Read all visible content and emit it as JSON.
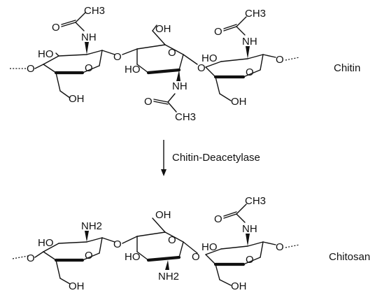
{
  "caption_top": "Chitin",
  "caption_bottom": "Chitosan",
  "enzyme": "Chitin-Deacetylase",
  "ho": "HO",
  "oh": "OH",
  "nh": "NH",
  "o": "O",
  "nh2": "NH2",
  "ch3": "CH3"
}
